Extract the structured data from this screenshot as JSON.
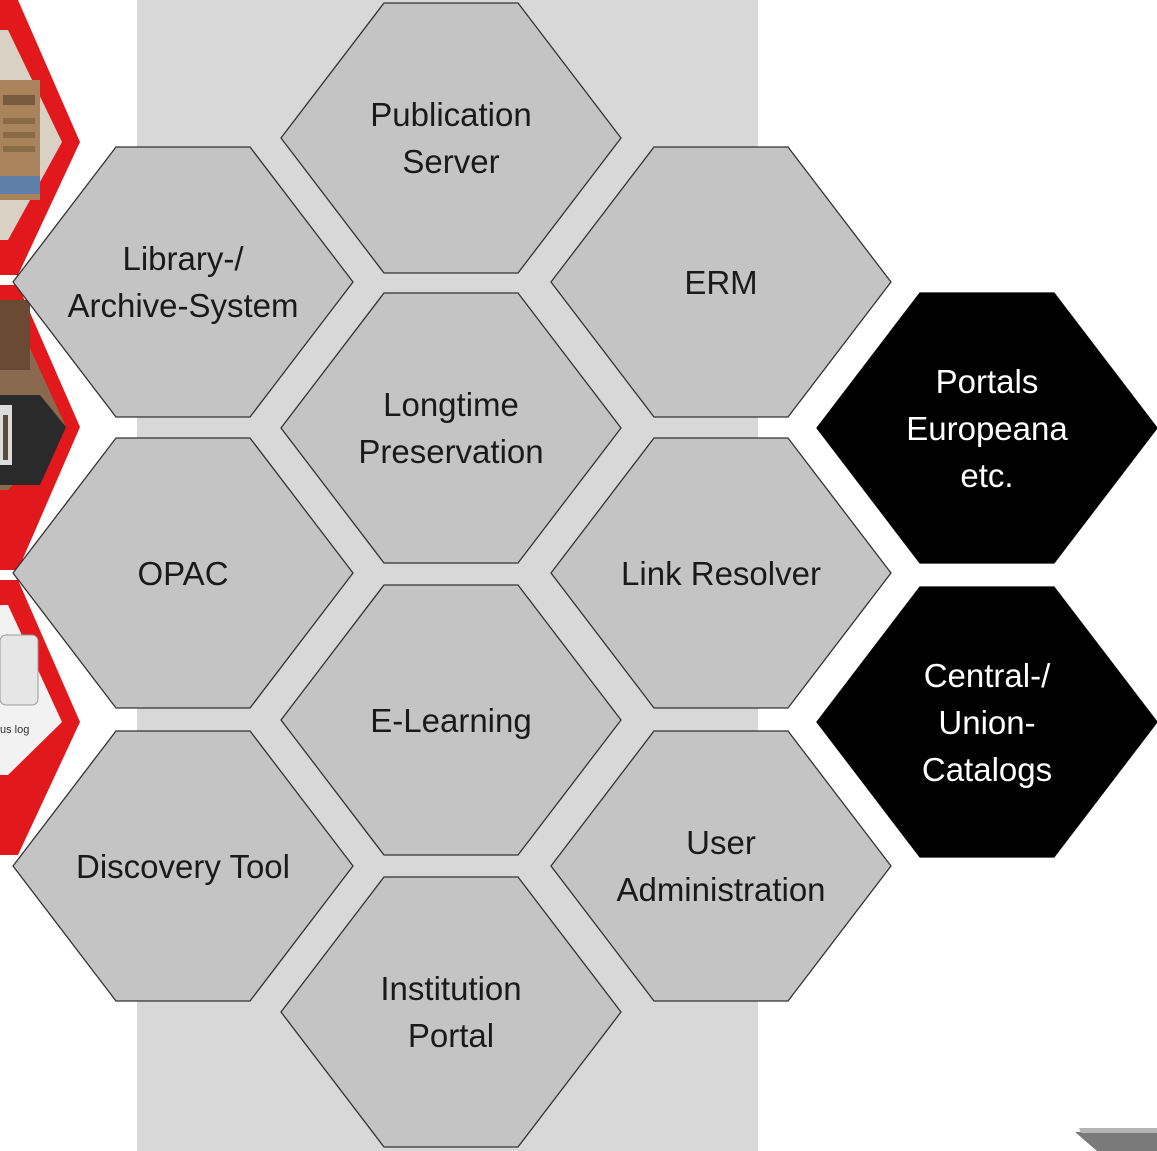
{
  "colors": {
    "background": "#ffffff",
    "backdrop": "#d8d8d8",
    "hex_fill": "#c4c4c4",
    "hex_stroke": "#333333",
    "external_fill": "#000000",
    "accent_red": "#e1191c"
  },
  "hexagons": [
    {
      "id": "publication-server",
      "label": "Publication\nServer",
      "style": "light"
    },
    {
      "id": "library-archive-system",
      "label": "Library-/\nArchive-System",
      "style": "light"
    },
    {
      "id": "erm",
      "label": "ERM",
      "style": "light"
    },
    {
      "id": "longtime-preservation",
      "label": "Longtime\nPreservation",
      "style": "light"
    },
    {
      "id": "opac",
      "label": "OPAC",
      "style": "light"
    },
    {
      "id": "link-resolver",
      "label": "Link Resolver",
      "style": "light"
    },
    {
      "id": "e-learning",
      "label": "E-Learning",
      "style": "light"
    },
    {
      "id": "discovery-tool",
      "label": "Discovery Tool",
      "style": "light"
    },
    {
      "id": "user-administration",
      "label": "User\nAdministration",
      "style": "light"
    },
    {
      "id": "institution-portal",
      "label": "Institution\nPortal",
      "style": "light"
    },
    {
      "id": "portals-europeana",
      "label": "Portals\nEuropeana\netc.",
      "style": "dark"
    },
    {
      "id": "central-union-catalogs",
      "label": "Central-/\nUnion-\nCatalogs",
      "style": "dark"
    }
  ],
  "left_thumbnails": [
    {
      "id": "thumb-manuscript",
      "caption": ""
    },
    {
      "id": "thumb-person",
      "caption": ""
    },
    {
      "id": "thumb-status",
      "caption": "us log"
    }
  ]
}
